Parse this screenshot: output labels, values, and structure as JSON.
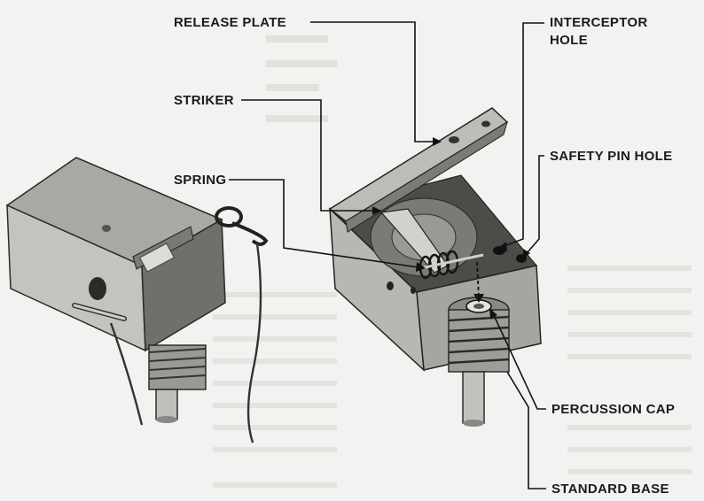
{
  "labels": {
    "release_plate": "RELEASE PLATE",
    "striker": "STRIKER",
    "spring": "SPRING",
    "interceptor_line1": "INTERCEPTOR",
    "interceptor_line2": "HOLE",
    "safety_pin_hole": "SAFETY PIN HOLE",
    "percussion_cap": "PERCUSSION CAP",
    "standard_base": "STANDARD BASE"
  },
  "colors": {
    "ink": "#111111",
    "metal_light": "#bdbdb8",
    "metal_mid": "#8c8c87",
    "metal_dark": "#3a3a37",
    "paper": "#f2f2f0"
  }
}
